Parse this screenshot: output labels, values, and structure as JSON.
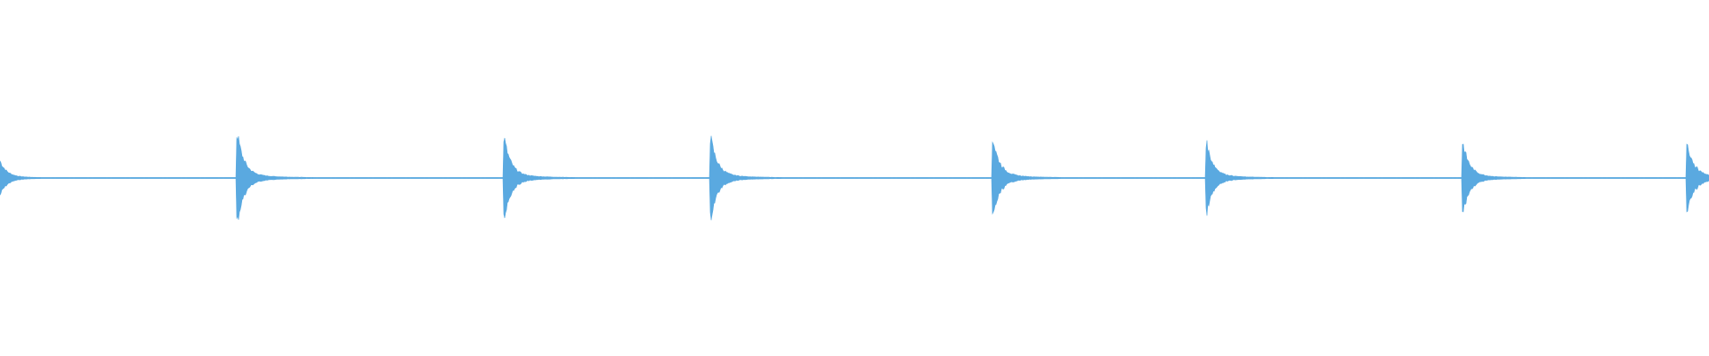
{
  "waveform": {
    "color": "#5aa9e0",
    "background": "#ffffff",
    "duration": 1.0,
    "transients": [
      {
        "time": 0.0,
        "amplitude": 0.4
      },
      {
        "time": 0.139,
        "amplitude": 1.0
      },
      {
        "time": 0.295,
        "amplitude": 0.93
      },
      {
        "time": 0.416,
        "amplitude": 0.91
      },
      {
        "time": 0.581,
        "amplitude": 0.91
      },
      {
        "time": 0.706,
        "amplitude": 0.82
      },
      {
        "time": 0.856,
        "amplitude": 0.8
      },
      {
        "time": 0.987,
        "amplitude": 0.87
      }
    ]
  }
}
